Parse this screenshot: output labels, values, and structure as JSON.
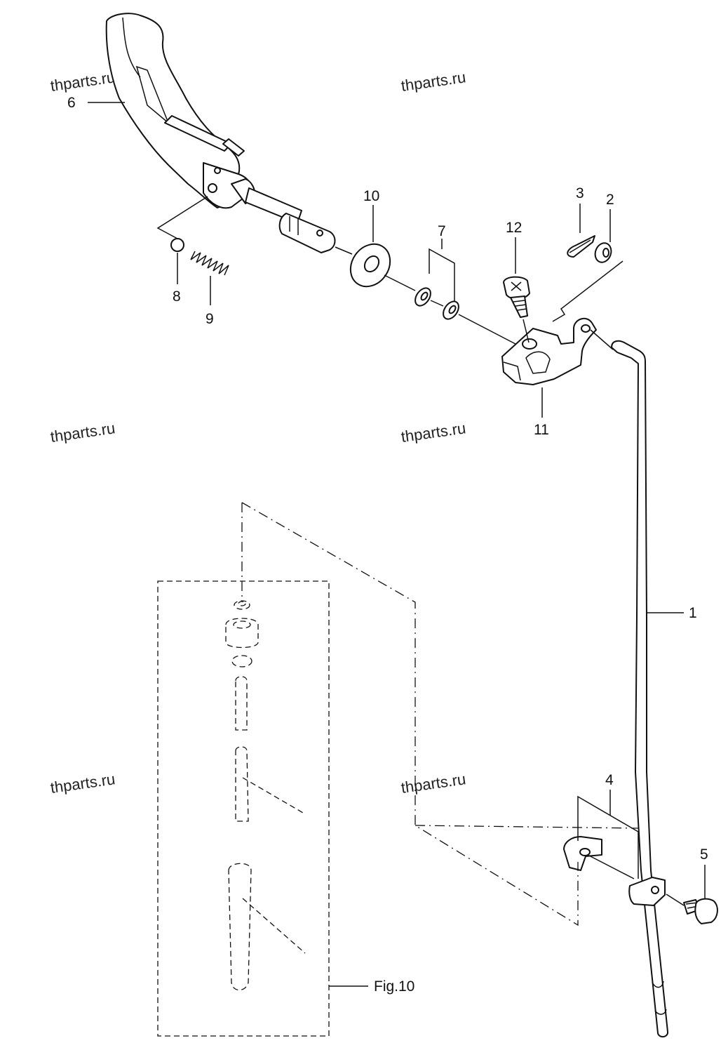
{
  "watermarks": [
    "thparts.ru",
    "thparts.ru",
    "thparts.ru",
    "thparts.ru",
    "thparts.ru",
    "thparts.ru"
  ],
  "callouts": {
    "p1": "1",
    "p2": "2",
    "p3": "3",
    "p4": "4",
    "p5": "5",
    "p6": "6",
    "p7": "7",
    "p8": "8",
    "p9": "9",
    "p10": "10",
    "p11": "11",
    "p12": "12"
  },
  "fig_ref": "Fig.10"
}
